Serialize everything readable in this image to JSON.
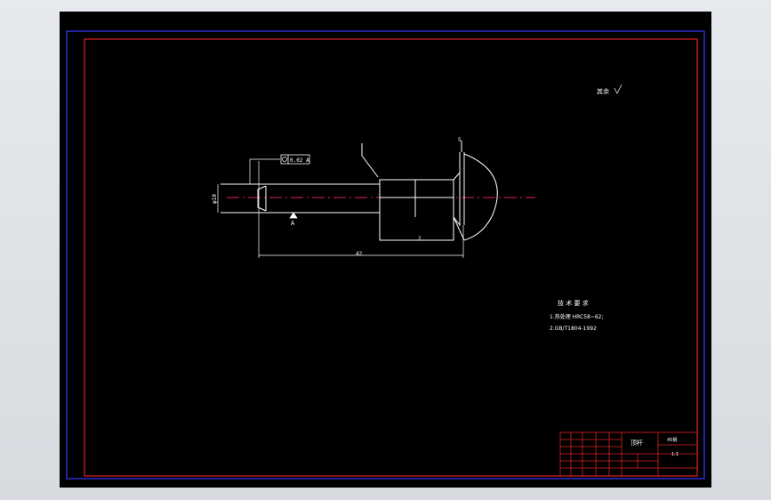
{
  "drawing": {
    "surface_finish_note": "其余",
    "technical_requirements": {
      "heading": "技 术 要 求",
      "line1": "1.热处理 HRC58~62;",
      "line2": "2.GB/T1804-1992"
    },
    "dims": {
      "shank_dia": "φ10",
      "right_flange": "5",
      "left_datum_label": "A",
      "length_small": "2",
      "total_length": "42",
      "tolerance_frame": "0.02 A"
    },
    "title_block": {
      "part_name": "顶杆",
      "material": "45钢",
      "scale": "1:1"
    }
  },
  "colors": {
    "background": "#000000",
    "outer_frame": "#3a3aff",
    "inner_frame": "#e02020",
    "geometry": "#ffffff",
    "centerline": "#e0206a"
  }
}
